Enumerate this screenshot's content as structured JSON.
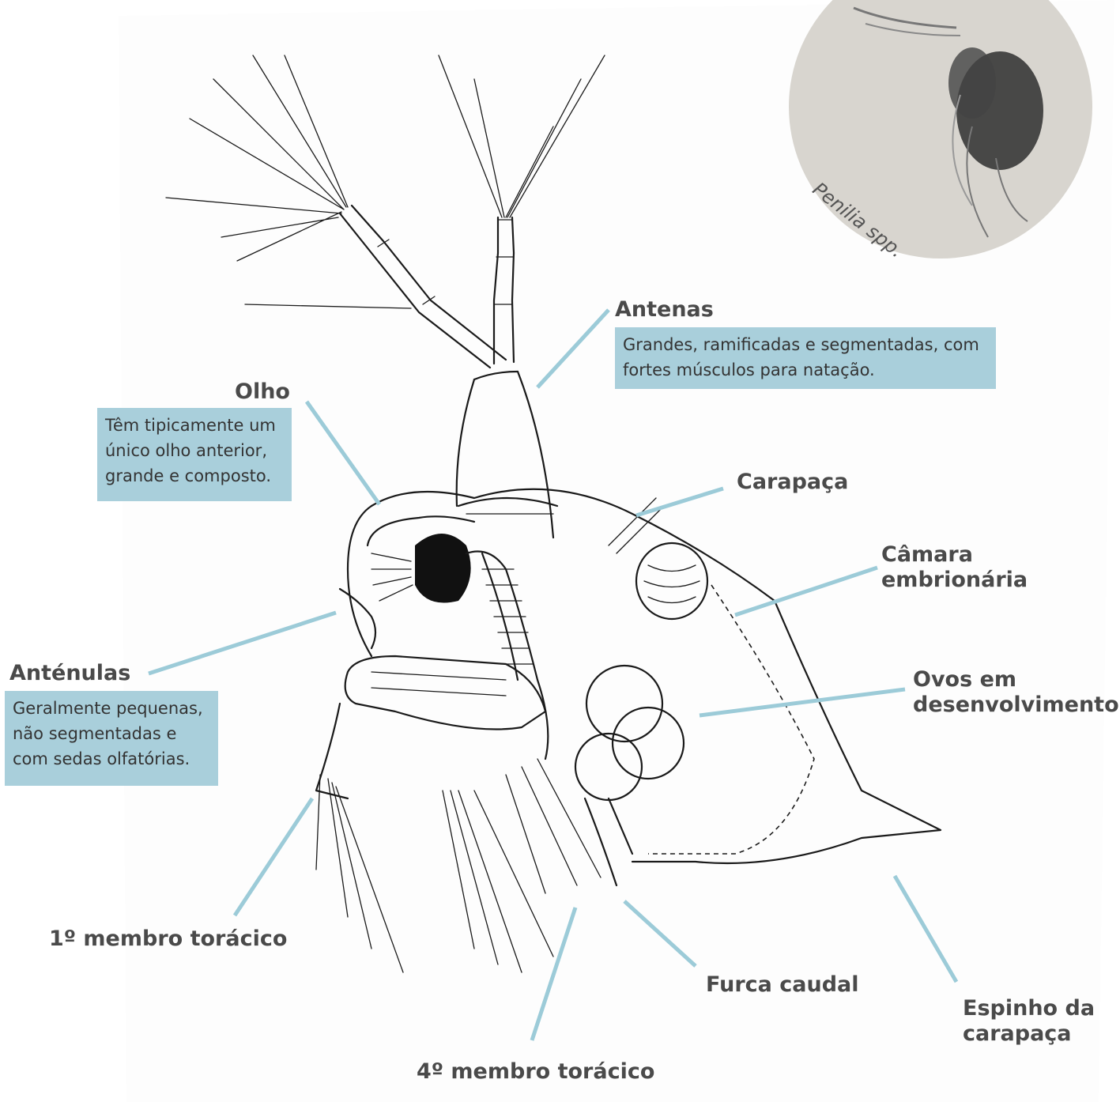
{
  "photo": {
    "caption": "Penilia spp."
  },
  "labels": {
    "antenas": {
      "title": "Antenas",
      "desc_line1": "Grandes, ramificadas e segmentadas, com",
      "desc_line2": "fortes músculos para natação."
    },
    "olho": {
      "title": "Olho",
      "desc_line1": "Têm tipicamente um",
      "desc_line2": "único olho anterior,",
      "desc_line3": "grande e composto."
    },
    "carapaca": {
      "title": "Carapaça"
    },
    "camara": {
      "title_line1": "Câmara",
      "title_line2": "embrionária"
    },
    "antenulas": {
      "title": "Anténulas",
      "desc_line1": "Geralmente pequenas,",
      "desc_line2": "não segmentadas e",
      "desc_line3": "com sedas olfatórias."
    },
    "ovos": {
      "title_line1": "Ovos em",
      "title_line2": "desenvolvimento"
    },
    "membro1": {
      "title": "1º membro torácico"
    },
    "furca": {
      "title": "Furca caudal"
    },
    "espinho": {
      "title_line1": "Espinho da",
      "title_line2": "carapaça"
    },
    "membro4": {
      "title": "4º membro torácico"
    }
  },
  "colors": {
    "label_box": "#a9cfdb",
    "leader_line": "#9ccbd8",
    "label_text": "#4a4a4a"
  }
}
